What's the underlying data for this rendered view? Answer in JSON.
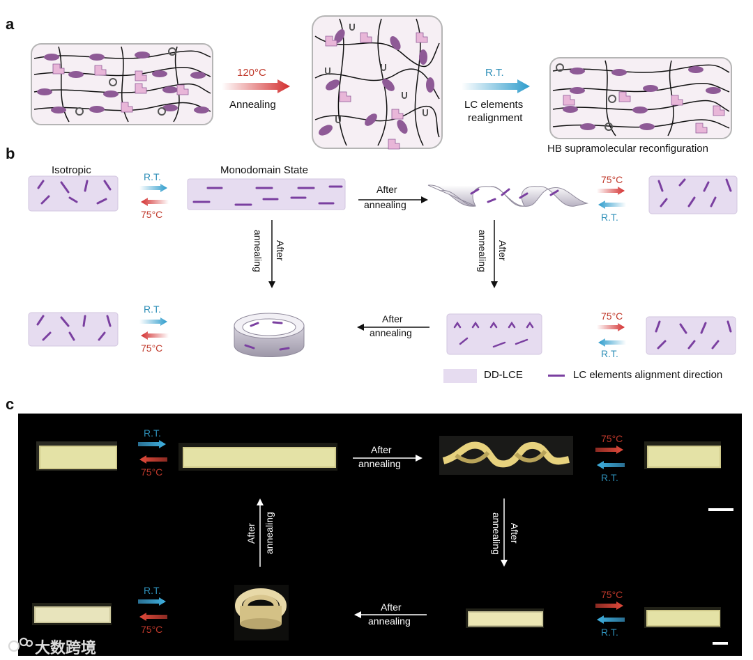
{
  "panels": {
    "a": {
      "letter": "a",
      "step1": {
        "temp": "120°C",
        "label": "Annealing"
      },
      "step2": {
        "temp": "R.T.",
        "label_line1": "LC elements",
        "label_line2": "realignment"
      },
      "caption": "HB supramolecular reconfiguration"
    },
    "b": {
      "letter": "b",
      "isotropic": "Isotropic",
      "monodomain": "Monodomain State",
      "rt": "R.T.",
      "hot": "75°C",
      "after": "After",
      "annealing": "annealing",
      "legend_film": "DD-LCE",
      "legend_line": "LC elements alignment direction"
    },
    "c": {
      "letter": "c",
      "rt": "R.T.",
      "hot": "75°C",
      "after": "After",
      "annealing": "annealing"
    }
  },
  "watermark": "大数跨境",
  "colors": {
    "lc_purple": "#7a3fa0",
    "film": "#e4d9ef",
    "hot_red": "#c0392b",
    "cold_blue": "#2e8fb8",
    "photo_bg": "#000000"
  }
}
